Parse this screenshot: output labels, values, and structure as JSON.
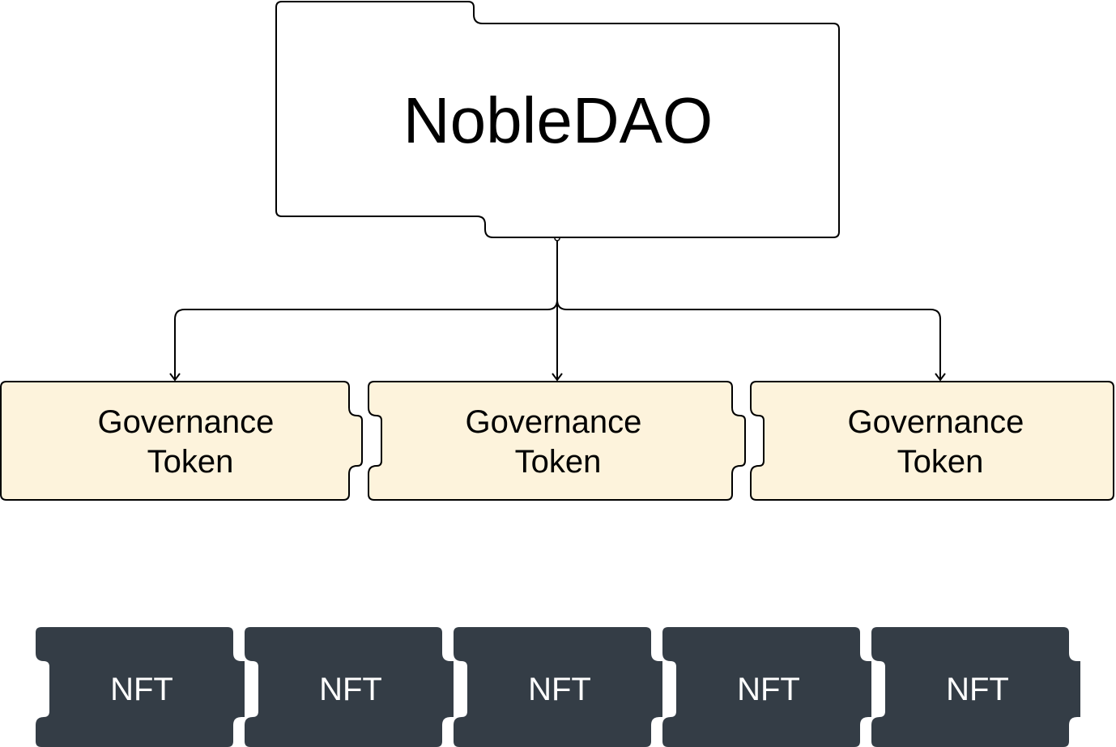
{
  "dao": {
    "label": "NobleDAO"
  },
  "governance_tokens": [
    {
      "line1": "Governance",
      "line2": "Token"
    },
    {
      "line1": "Governance",
      "line2": "Token"
    },
    {
      "line1": "Governance",
      "line2": "Token"
    }
  ],
  "nfts": [
    {
      "label": "NFT"
    },
    {
      "label": "NFT"
    },
    {
      "label": "NFT"
    },
    {
      "label": "NFT"
    },
    {
      "label": "NFT"
    }
  ],
  "colors": {
    "dao_fill": "#ffffff",
    "token_fill": "#fdf3dc",
    "nft_fill": "#343d46",
    "nft_text": "#ffffff",
    "stroke": "#000000"
  }
}
